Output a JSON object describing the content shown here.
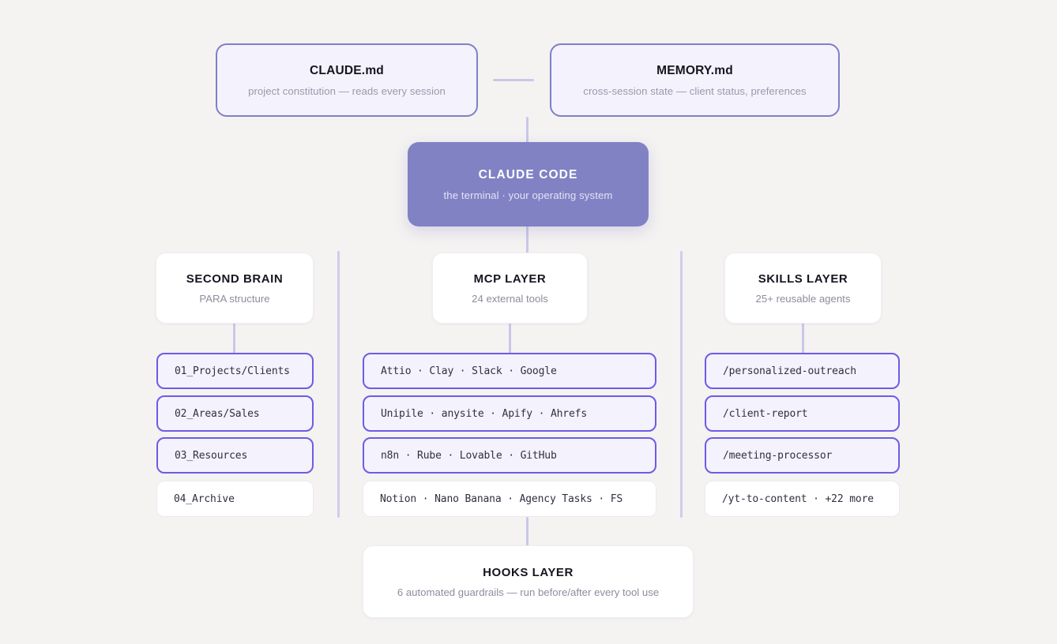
{
  "colors": {
    "background": "#f5f2f2",
    "accent": "#6c5ce7",
    "hero_fill": "#8182c4",
    "doc_border": "#7f80c6",
    "doc_fill": "#f4f2fd",
    "connector": "#c9c8e8",
    "muted_text": "#8d8d9e"
  },
  "documents": [
    {
      "title": "CLAUDE.md",
      "subtitle": "project constitution — reads every session"
    },
    {
      "title": "MEMORY.md",
      "subtitle": "cross-session state — client status, preferences"
    }
  ],
  "hero": {
    "title": "CLAUDE CODE",
    "subtitle": "the terminal · your operating system"
  },
  "columns": [
    {
      "title": "SECOND BRAIN",
      "subtitle": "PARA structure",
      "items": [
        {
          "label": "01_Projects/Clients",
          "highlighted": true
        },
        {
          "label": "02_Areas/Sales",
          "highlighted": true
        },
        {
          "label": "03_Resources",
          "highlighted": true
        },
        {
          "label": "04_Archive",
          "highlighted": false
        }
      ]
    },
    {
      "title": "MCP LAYER",
      "subtitle": "24 external tools",
      "items": [
        {
          "label": "Attio · Clay · Slack · Google",
          "highlighted": true
        },
        {
          "label": "Unipile · anysite · Apify · Ahrefs",
          "highlighted": true
        },
        {
          "label": "n8n · Rube · Lovable · GitHub",
          "highlighted": true
        },
        {
          "label": "Notion · Nano Banana · Agency Tasks · FS",
          "highlighted": false
        }
      ]
    },
    {
      "title": "SKILLS LAYER",
      "subtitle": "25+ reusable agents",
      "items": [
        {
          "label": "/personalized-outreach",
          "highlighted": true
        },
        {
          "label": "/client-report",
          "highlighted": true
        },
        {
          "label": "/meeting-processor",
          "highlighted": true
        },
        {
          "label": "/yt-to-content · +22 more",
          "highlighted": false
        }
      ]
    }
  ],
  "hooks": {
    "title": "HOOKS LAYER",
    "subtitle": "6 automated guardrails — run before/after every tool use"
  }
}
